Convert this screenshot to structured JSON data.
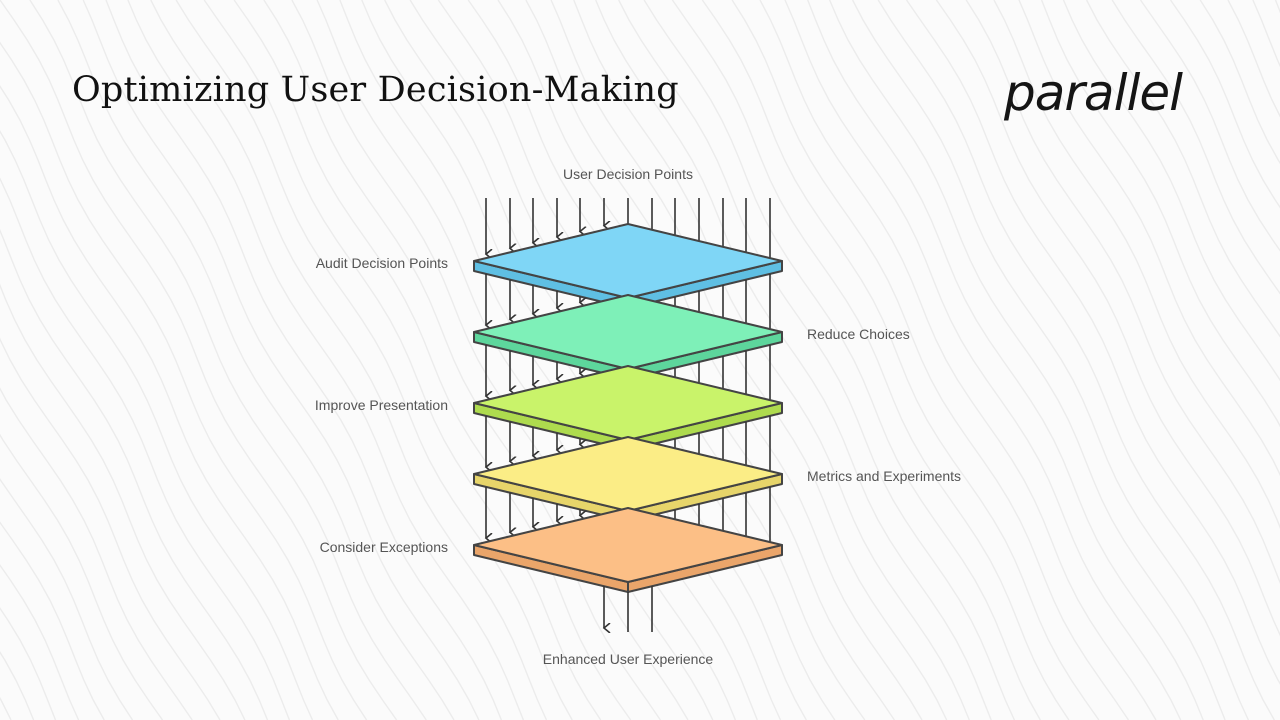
{
  "page": {
    "title": "Optimizing User Decision-Making",
    "logo_text": "parallel"
  },
  "diagram": {
    "top_label": "User Decision Points",
    "bottom_label": "Enhanced User Experience",
    "layers": [
      {
        "label": "Audit Decision Points",
        "side": "left",
        "color": "#7fd6f6",
        "edge_color": "#5fbfe3"
      },
      {
        "label": "Reduce Choices",
        "side": "right",
        "color": "#7ef0b8",
        "edge_color": "#5dd69c"
      },
      {
        "label": "Improve Presentation",
        "side": "left",
        "color": "#c9f36a",
        "edge_color": "#aedb4e"
      },
      {
        "label": "Metrics and Experiments",
        "side": "right",
        "color": "#fbed86",
        "edge_color": "#e7d56a"
      },
      {
        "label": "Consider Exceptions",
        "side": "left",
        "color": "#fcbf86",
        "edge_color": "#eaa56a"
      }
    ]
  },
  "colors": {
    "outline": "#444444",
    "arrow": "#333333",
    "background": "#fbfbfb"
  }
}
